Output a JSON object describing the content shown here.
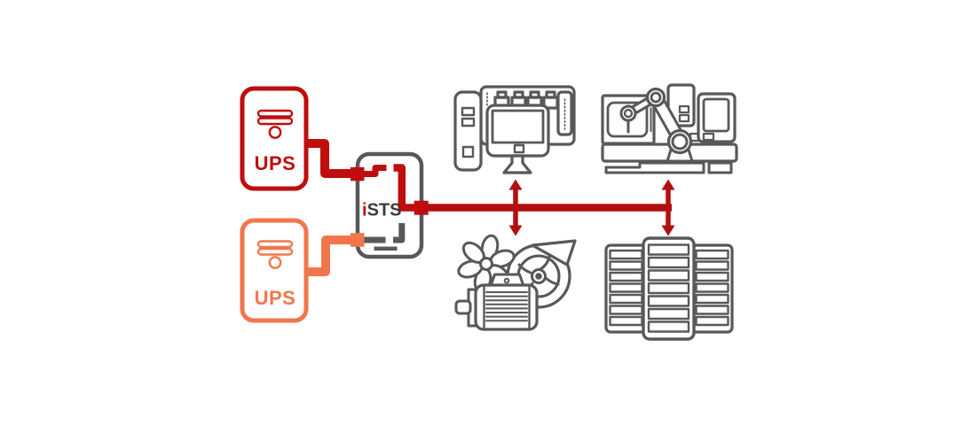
{
  "page": {
    "background": "#ffffff"
  },
  "colors": {
    "primary_red": "#c00d0d",
    "bus_red": "#b30e10",
    "secondary_orange": "#f2764b",
    "device_gray": "#58585a",
    "sts_text_dark": "#3c3c3b"
  },
  "nodes": {
    "ups_a": {
      "label": "UPS"
    },
    "ups_b": {
      "label": "UPS"
    },
    "sts": {
      "label_i": "i",
      "label_sts": "STS"
    }
  },
  "loads": [
    {
      "icon": "workstation-computer-icon"
    },
    {
      "icon": "robot-machine-icon"
    },
    {
      "icon": "motor-fan-icon"
    },
    {
      "icon": "server-racks-icon"
    }
  ]
}
